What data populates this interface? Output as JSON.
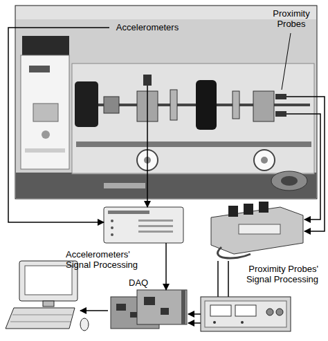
{
  "diagram": {
    "nodes": [
      {
        "text": [
          "Accelerometers",
          "Proximity Probes"
        ]
      },
      {
        "text": [
          "Accelerometers' Signal Processing"
        ]
      },
      {
        "text": [
          "Proximity Probes' Signal Processing"
        ]
      },
      {
        "text": [
          "DAQ"
        ]
      }
    ],
    "edges": [
      {
        "from": 0,
        "to": 1,
        "arrow": "to"
      },
      {
        "from": 0,
        "to": 1,
        "arrow": "to"
      },
      {
        "from": 0,
        "to": 2,
        "arrow": "to"
      },
      {
        "from": 0,
        "to": 2,
        "arrow": "to"
      },
      {
        "from": 1,
        "to": 3,
        "arrow": "to"
      },
      {
        "from": 2,
        "to": 3,
        "arrow": "to"
      },
      {
        "from": 2,
        "to": 3,
        "arrow": "to"
      }
    ]
  }
}
